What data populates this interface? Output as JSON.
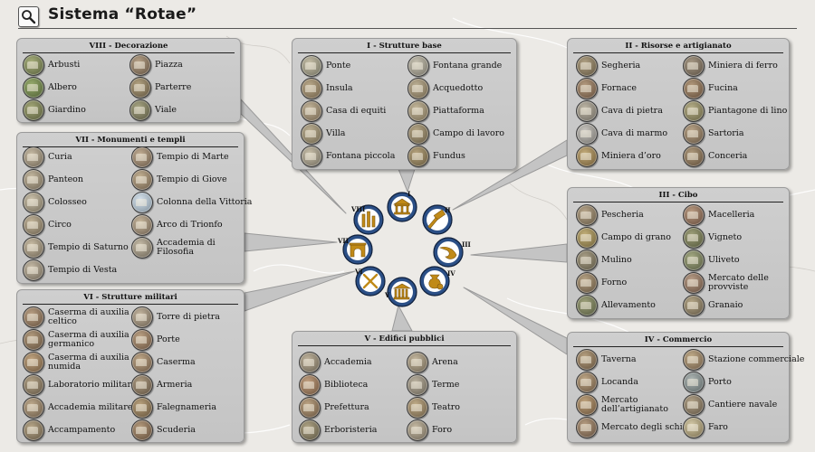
{
  "header": {
    "title": "Sistema “Rotae”",
    "search_icon": "search-icon"
  },
  "colors": {
    "panel": "#c8c8c8",
    "wheel_outer": "#2b4f86",
    "wheel_inner": "#ffffff",
    "gold": "#d9a520"
  },
  "wheel": {
    "numerals": [
      "I",
      "II",
      "III",
      "IV",
      "V",
      "VI",
      "VII",
      "VIII"
    ],
    "icons": [
      "temple-roof-icon",
      "hammer-icon",
      "horn-icon",
      "coin-bag-icon",
      "colonnade-icon",
      "crossed-swords-icon",
      "arch-icon",
      "columns-icon"
    ]
  },
  "panels": [
    {
      "title": "I - Strutture base",
      "items": [
        "Ponte",
        "Insula",
        "Casa di equiti",
        "Villa",
        "Fontana piccola",
        "Fontana grande",
        "Acquedotto",
        "Piattaforma",
        "Campo di lavoro",
        "Fundus"
      ]
    },
    {
      "title": "II - Risorse e artigianato",
      "items": [
        "Segheria",
        "Fornace",
        "Cava di pietra",
        "Cava di marmo",
        "Miniera d’oro",
        "Miniera di ferro",
        "Fucina",
        "Piantagone di lino",
        "Sartoria",
        "Conceria"
      ]
    },
    {
      "title": "III - Cibo",
      "items": [
        "Pescheria",
        "Campo di grano",
        "Mulino",
        "Forno",
        "Allevamento",
        "Macelleria",
        "Vigneto",
        "Uliveto",
        "Mercato delle provviste",
        "Granaio"
      ]
    },
    {
      "title": "IV - Commercio",
      "items": [
        "Taverna",
        "Locanda",
        "Mercato dell’artigianato",
        "Mercato degli schiavi",
        "Stazione commerciale",
        "Porto",
        "Cantiere navale",
        "Faro"
      ]
    },
    {
      "title": "V - Edifici pubblici",
      "items": [
        "Accademia",
        "Biblioteca",
        "Prefettura",
        "Erboristeria",
        "Arena",
        "Terme",
        "Teatro",
        "Foro"
      ]
    },
    {
      "title": "VI - Strutture militari",
      "items": [
        "Caserma di auxilia celtico",
        "Caserma di auxilia germanico",
        "Caserma di auxilia numida",
        "Laboratorio militare",
        "Accademia militare",
        "Accampamento",
        "Torre di pietra",
        "Porte",
        "Caserma",
        "Armeria",
        "Falegnameria",
        "Scuderia"
      ]
    },
    {
      "title": "VII - Monumenti e templi",
      "items": [
        "Curia",
        "Panteon",
        "Colosseo",
        "Circo",
        "Tempio di Saturno",
        "Tempio di Vesta",
        "Tempio di Marte",
        "Tempio di Giove",
        "Colonna della Vittoria",
        "Arco di Trionfo",
        "Accademia di Filosofia"
      ]
    },
    {
      "title": "VIII - Decorazione",
      "items": [
        "Arbusti",
        "Albero",
        "Giardino",
        "Piazza",
        "Parterre",
        "Viale"
      ]
    }
  ]
}
